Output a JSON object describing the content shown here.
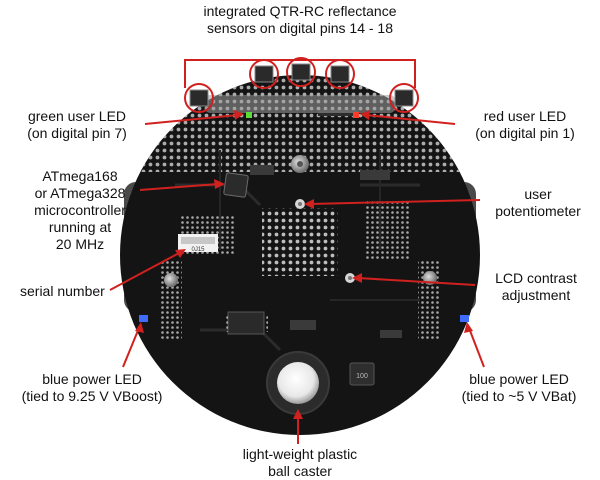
{
  "title": {
    "line1": "integrated QTR-RC reflectance",
    "line2": "sensors on digital pins 14 - 18"
  },
  "labels": {
    "green_led": {
      "line1": "green user LED",
      "line2": "(on digital pin 7)"
    },
    "red_led": {
      "line1": "red user LED",
      "line2": "(on digital pin 1)"
    },
    "mcu": {
      "line1": "ATmega168",
      "line2": "or ATmega328",
      "line3": "microcontroller",
      "line4": "running at",
      "line5": "20 MHz"
    },
    "user_pot": {
      "line1": "user",
      "line2": "potentiometer"
    },
    "serial": {
      "line1": "serial number"
    },
    "lcd": {
      "line1": "LCD contrast",
      "line2": "adjustment"
    },
    "blue_left": {
      "line1": "blue power LED",
      "line2": "(tied to 9.25 V VBoost)"
    },
    "blue_right": {
      "line1": "blue power LED",
      "line2": "(tied to ~5 V VBat)"
    },
    "caster": {
      "line1": "light-weight plastic",
      "line2": "ball caster"
    }
  },
  "sticker": {
    "line1": "0J15"
  },
  "chip": {
    "text": "100"
  },
  "colors": {
    "callout": "#d0211f",
    "board": "#141414",
    "pad": "#bdbdbd",
    "wheel": "#4a4a4a",
    "green_led": "#5bdc3a",
    "red_led": "#ff3c2a",
    "blue_led": "#3f6cff"
  }
}
